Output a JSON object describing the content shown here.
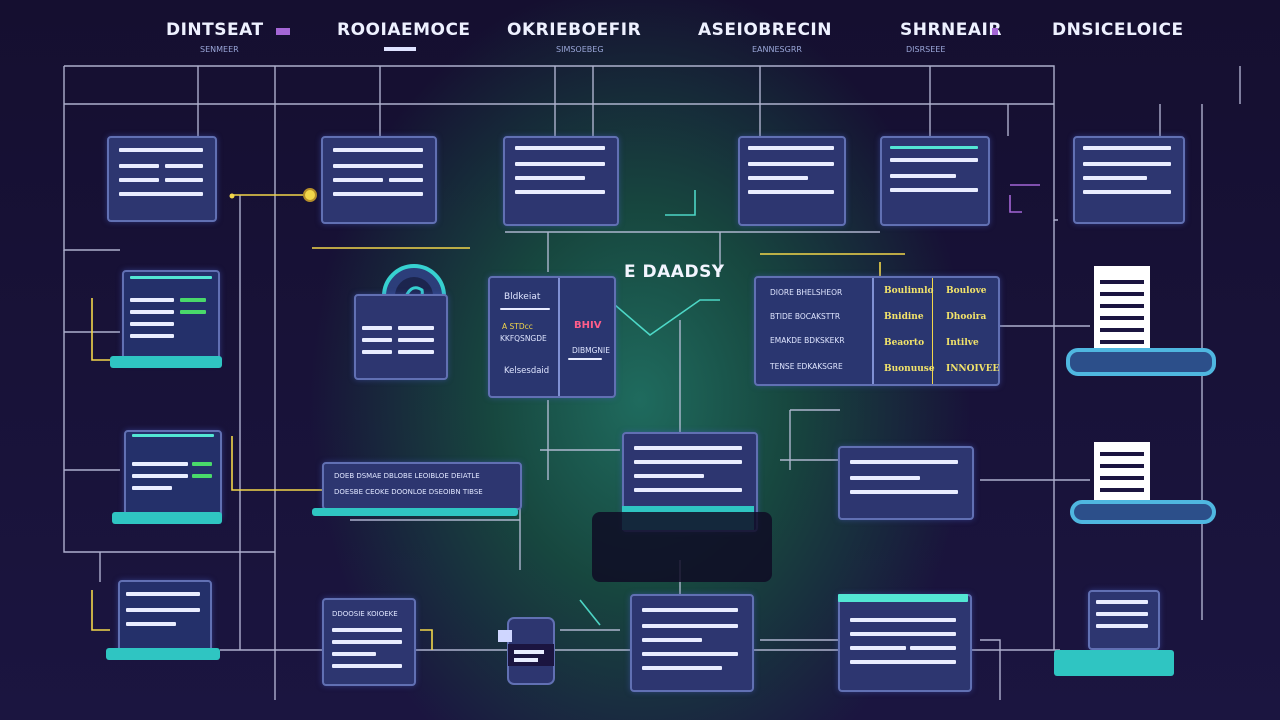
{
  "header": {
    "columns": [
      {
        "label": "DINTSEAT",
        "sub": "SENMEER"
      },
      {
        "label": "ROOIAEMOCE",
        "sub": ""
      },
      {
        "label": "OKRIEBOEFIR",
        "sub": "SIMSOEBEG"
      },
      {
        "label": "ASEIOBRECIN",
        "sub": "EANNESGRR"
      },
      {
        "label": "SHRNEAIR",
        "sub": "DISRSEEE"
      },
      {
        "label": "DNSICELOICE",
        "sub": ""
      }
    ]
  },
  "center": {
    "title": "E DAADSY"
  },
  "left_panel": {
    "heading": "Bldkeiat",
    "line1": "A STDcc",
    "line2": "KKFQSNGDE",
    "footer": "Kelsesdaid",
    "badge": "BHIV",
    "right_sub": "DIBMGNIE"
  },
  "right_table": {
    "rows": [
      "DIORE BHELSHEOR",
      "BTIDE BOCAKSTTR",
      "EMAKDE BDKSKEKR",
      "TENSE EDKAKSGRE"
    ],
    "cells": [
      [
        "Boulinnlo",
        "Boulove"
      ],
      [
        "Bnidine",
        "Dhooira"
      ],
      [
        "Beaorto",
        "Intilve"
      ],
      [
        "Buonuuse",
        "INNOIVEE"
      ]
    ]
  },
  "mid_card": {
    "row1": "DOEB DSMAE DBLOBE LEOIBLOE DEIATLE",
    "row2": "DOESBE CEOKE DOONLOE DSEOIBN TIBSE"
  },
  "bottom_left_card": {
    "row1": "DDOOSIE KOIOEKE"
  },
  "colors": {
    "background": "#1a1238",
    "glow": "#1f6b5e",
    "card": "#2d3670",
    "accent_cyan": "#2fc5c2",
    "accent_green": "#49d96a",
    "accent_yellow": "#f2d64a",
    "accent_purple": "#a466d6"
  }
}
